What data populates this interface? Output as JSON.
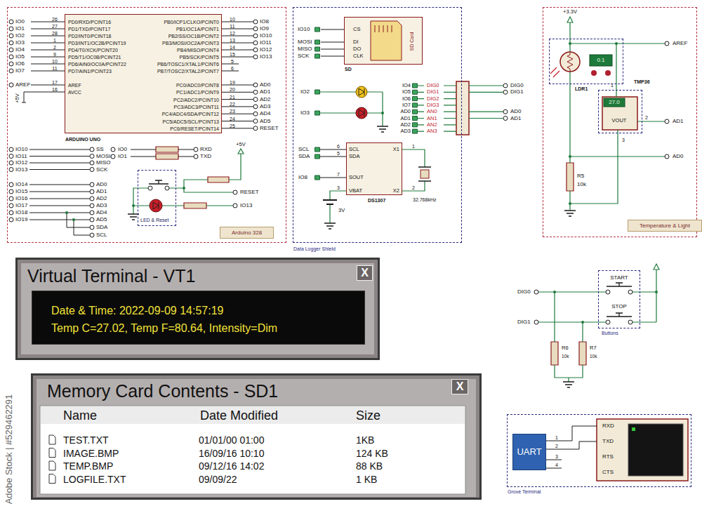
{
  "diagram": {
    "nodes": [
      {
        "text": [
          "Arduino 328"
        ]
      },
      {
        "text": [
          "ARDUINO UNO"
        ],
        "in": 0
      },
      {
        "text": [
          "LED & Reset"
        ],
        "in": 0
      },
      {
        "text": [
          "Data Logger Shield"
        ]
      },
      {
        "text": [
          "SD",
          "SD Card"
        ],
        "in": 3
      },
      {
        "text": [
          "DS1307"
        ],
        "in": 3
      },
      {
        "text": [
          "Temperature & Light"
        ]
      },
      {
        "text": [
          "LDR1"
        ],
        "in": 6
      },
      {
        "text": [
          "TMP36"
        ],
        "in": 6
      },
      {
        "text": [
          "Virtual Terminal - VT1"
        ]
      },
      {
        "text": [
          "X"
        ],
        "in": 9
      },
      {
        "text": [
          "Date & Time: 2022-09-09 14:57:19",
          "Temp C=27.02, Temp F=80.64, Intensity=Dim"
        ],
        "in": 9
      },
      {
        "text": [
          "Buttons"
        ]
      },
      {
        "text": [
          "Memory Card Contents - SD1"
        ]
      },
      {
        "text": [
          "X"
        ],
        "in": 13
      },
      {
        "text": [
          "Grove Terminal"
        ]
      },
      {
        "text": [
          "UART"
        ],
        "in": 15
      }
    ],
    "labels": [
      "IO0",
      "IO1",
      "IO2",
      "IO3",
      "IO4",
      "IO5",
      "IO6",
      "IO7",
      "26",
      "27",
      "28",
      "1",
      "2",
      "9",
      "10",
      "11",
      "PD0/RXD/PCINT16",
      "PD1/TXD/PCINT17",
      "PD2/INT0/PCINT18",
      "PD3/INT1/OC2B/PCINT19",
      "PD4/T0/XCK/PCINT20",
      "PD5/T1/OC0B/PCINT21",
      "PD6/AIN0/OC0A/PCINT22",
      "PD7/AIN1/PCINT23",
      "AREF",
      "+5V",
      "17",
      "16",
      "AREF",
      "AVCC",
      "PB0/ICP1/CLKO/PCINT0",
      "PB1/OC1A/PCINT1",
      "PB2/SS/OC1B/PCINT2",
      "PB3/MOSI/OC2A/PCINT3",
      "PB4/MISO/PCINT4",
      "PB5/SCK/PCINT5",
      "PB6/TOSC1/XTAL1/PCINT6",
      "PB7/TOSC2/XTAL2/PCINT7",
      "10",
      "11",
      "12",
      "13",
      "14",
      "15",
      "5",
      "6",
      "IO8",
      "IO9",
      "IO10",
      "IO11",
      "IO12",
      "IO13",
      "PC0/ADC0/PCINT8",
      "PC1/ADC1/PCINT9",
      "PC2/ADC2/PCINT10",
      "PC3/ADC3/PCINT11",
      "PC4/ADC4/SDA/PCINT12",
      "PC5/ADC5/SCL/PCINT13",
      "PC6/RESET/PCINT14",
      "19",
      "20",
      "21",
      "22",
      "23",
      "24",
      "25",
      "AD0",
      "AD1",
      "AD2",
      "AD3",
      "AD4",
      "AD5",
      "RESET",
      "IO10",
      "SS",
      "IO11",
      "MOSI",
      "IO12",
      "MISO",
      "IO13",
      "SCK",
      "IO0",
      "RXD",
      "IO1",
      "TXD",
      "IO14",
      "AD0",
      "IO15",
      "AD1",
      "IO16",
      "AD2",
      "IO17",
      "AD3",
      "IO18",
      "AD4",
      "IO19",
      "AD5",
      "SDA",
      "SCL",
      "+5V",
      "RESET",
      "IO13",
      "IO10",
      "MOSI",
      "MISO",
      "SCK",
      "CS",
      "DI",
      "DO",
      "CLK",
      "IO2",
      "IO3",
      "IO4",
      "IO5",
      "IO6",
      "IO7",
      "AD0",
      "AD1",
      "AD2",
      "AD3",
      "DIG0",
      "DIG1",
      "DIG2",
      "DIG3",
      "AN0",
      "AN1",
      "AN2",
      "AN3",
      "DIG0",
      "DIG1",
      "AD0",
      "AD1",
      "SCL",
      "SDA",
      "IO8",
      "6",
      "5",
      "7",
      "3",
      "SCL",
      "SDA",
      "SOUT",
      "VBAT",
      "X1",
      "X2",
      "1",
      "2",
      "3V",
      "32.768kHz",
      "+3.3V",
      "0.1",
      "AREF",
      "27.0",
      "1",
      "VOUT",
      "2",
      "3",
      "AD1",
      "AD0",
      "R5",
      "10k",
      "DIG0",
      "DIG1",
      "START",
      "STOP",
      "R6",
      "R7",
      "10k",
      "10k",
      "1",
      "2",
      "3",
      "4",
      "RXD",
      "TXD",
      "RTS",
      "CTS",
      "Name",
      "Date Modified",
      "Size",
      "TEST.TXT",
      "01/01/00 01:00",
      "1KB",
      "IMAGE.BMP",
      "16/09/16 10:10",
      "124 KB",
      "TEMP.BMP",
      "09/12/16 14:02",
      "88 KB",
      "LOGFILE.TXT",
      "09/09/22",
      "1 KB",
      "Adobe Stock | #529462291"
    ]
  }
}
